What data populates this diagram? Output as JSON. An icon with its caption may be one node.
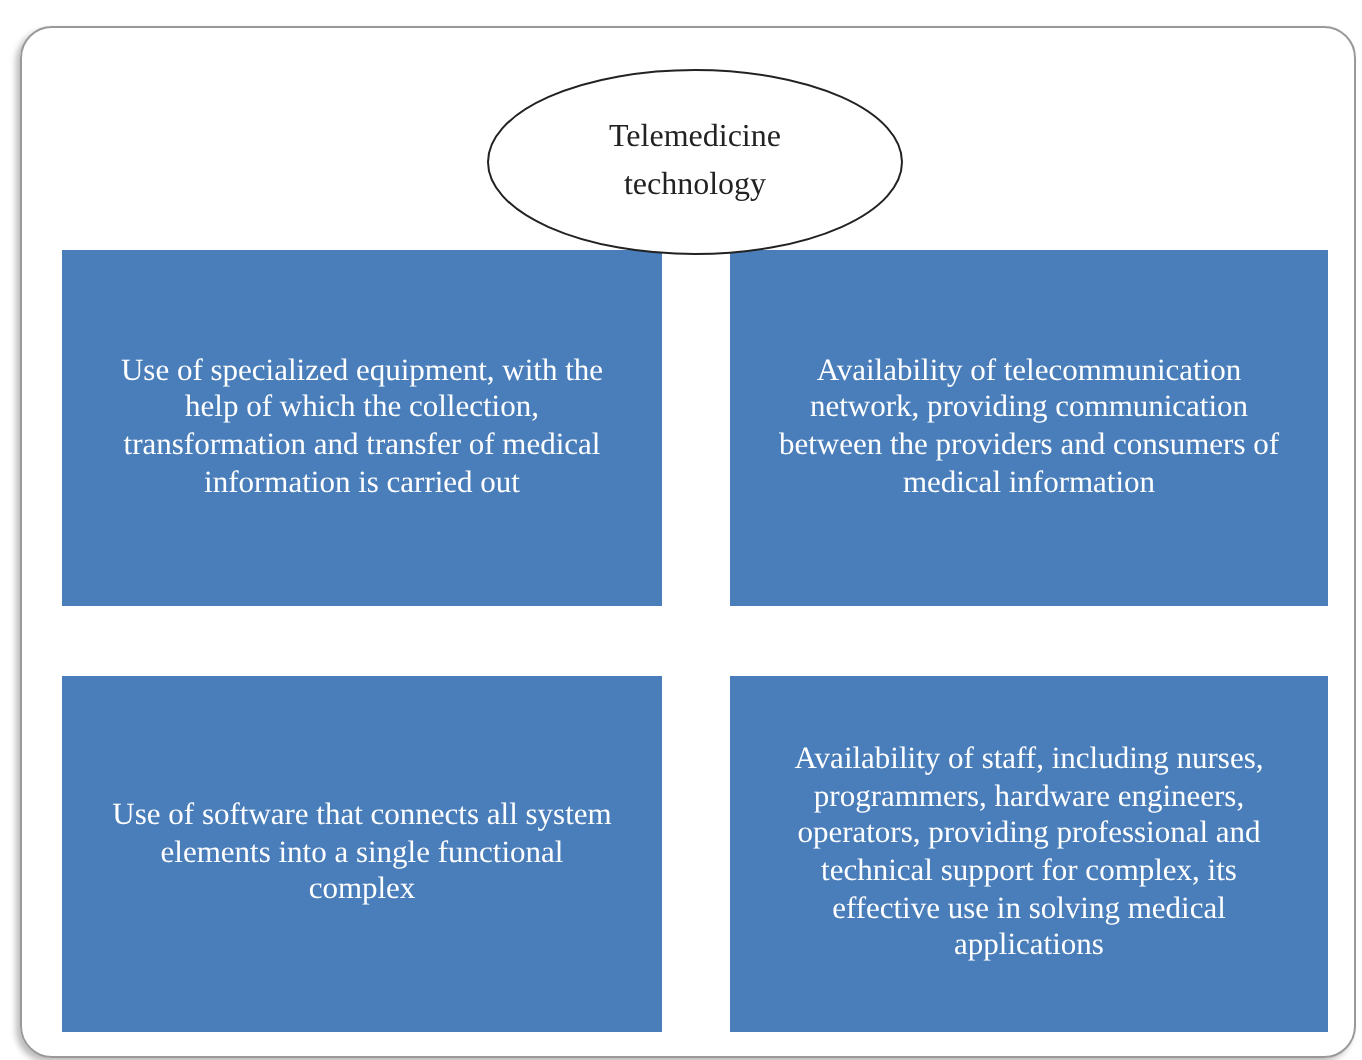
{
  "diagram": {
    "nodes": [
      {
        "text": [
          "Use of specialized equipment, with the help of which the collection, transformation and transfer of medical information is carried out"
        ]
      },
      {
        "text": [
          "Availability of telecommunication network, providing communication between the providers and consumers of  medical information"
        ]
      },
      {
        "text": [
          "Use of software that connects all system elements into a single functional complex"
        ]
      },
      {
        "text": [
          "Availability of staff, including nurses, programmers, hardware engineers, operators, providing professional and technical support for complex, its effective use in solving  medical applications"
        ]
      },
      {
        "text": [
          "Telemedicine technology"
        ]
      }
    ]
  }
}
